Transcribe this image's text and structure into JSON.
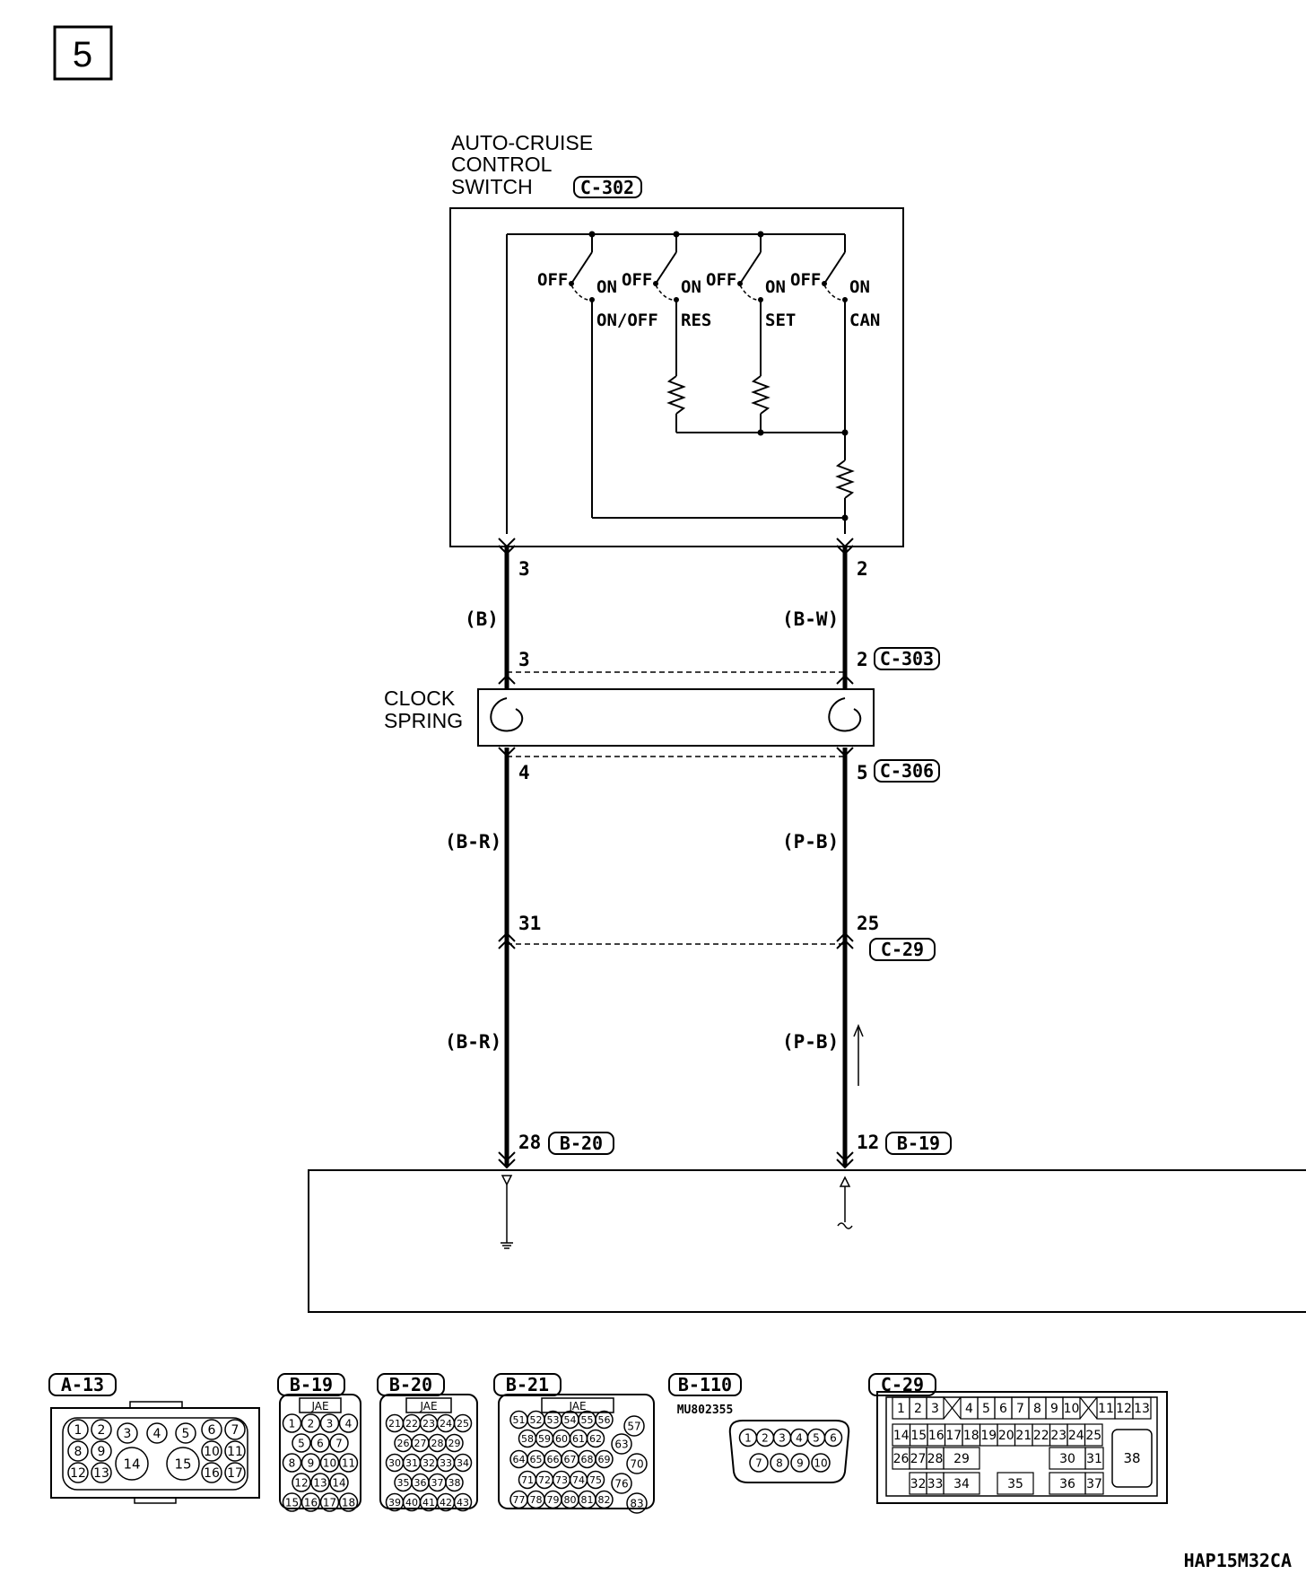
{
  "page": {
    "number": "5",
    "code": "HAP15M32CA"
  },
  "switch": {
    "title": [
      "AUTO-CRUISE",
      "CONTROL",
      "SWITCH"
    ],
    "connector": "C-302",
    "contacts": [
      {
        "off": "OFF",
        "on": "ON",
        "label": "ON/OFF"
      },
      {
        "off": "OFF",
        "on": "ON",
        "label": "RES"
      },
      {
        "off": "OFF",
        "on": "ON",
        "label": "SET"
      },
      {
        "off": "OFF",
        "on": "ON",
        "label": "CAN"
      }
    ]
  },
  "left_wire": {
    "pin_switch": "3",
    "color_top": "(B)",
    "pin_c303": "3",
    "pin_c306": "4",
    "color_mid": "(B-R)",
    "pin_c29": "31",
    "color_bottom": "(B-R)",
    "pin_ecu": "28",
    "ecu_connector": "B-20"
  },
  "right_wire": {
    "pin_switch": "2",
    "color_top": "(B-W)",
    "pin_c303": "2",
    "pin_c306": "5",
    "color_mid": "(P-B)",
    "pin_c29": "25",
    "color_bottom": "(P-B)",
    "pin_ecu": "12",
    "ecu_connector": "B-19"
  },
  "connectors": {
    "c303": "C-303",
    "c306": "C-306",
    "c29": "C-29"
  },
  "clock_spring": [
    "CLOCK",
    "SPRING"
  ],
  "bottom_connectors": {
    "a13": {
      "name": "A-13",
      "pins": [
        "1",
        "2",
        "3",
        "4",
        "5",
        "6",
        "7",
        "8",
        "9",
        "10",
        "11",
        "12",
        "13",
        "14",
        "15",
        "16",
        "17"
      ]
    },
    "b19": {
      "name": "B-19",
      "brand": "JAE",
      "pins": [
        "1",
        "2",
        "3",
        "4",
        "5",
        "6",
        "7",
        "8",
        "9",
        "10",
        "11",
        "12",
        "13",
        "14",
        "15",
        "16",
        "17",
        "18"
      ]
    },
    "b20": {
      "name": "B-20",
      "brand": "JAE",
      "pins": [
        "21",
        "22",
        "23",
        "24",
        "25",
        "26",
        "27",
        "28",
        "29",
        "30",
        "31",
        "32",
        "33",
        "34",
        "35",
        "36",
        "37",
        "38",
        "39",
        "40",
        "41",
        "42",
        "43"
      ]
    },
    "b21": {
      "name": "B-21",
      "brand": "JAE",
      "pins": [
        "51",
        "52",
        "53",
        "54",
        "55",
        "56",
        "57",
        "58",
        "59",
        "60",
        "61",
        "62",
        "63",
        "64",
        "65",
        "66",
        "67",
        "68",
        "69",
        "70",
        "71",
        "72",
        "73",
        "74",
        "75",
        "76",
        "77",
        "78",
        "79",
        "80",
        "81",
        "82",
        "83"
      ]
    },
    "b110": {
      "name": "B-110",
      "part": "MU802355",
      "pins": [
        "1",
        "2",
        "3",
        "4",
        "5",
        "6",
        "7",
        "8",
        "9",
        "10"
      ]
    },
    "c29": {
      "name": "C-29",
      "pins": [
        "1",
        "2",
        "3",
        "4",
        "5",
        "6",
        "7",
        "8",
        "9",
        "10",
        "11",
        "12",
        "13",
        "14",
        "15",
        "16",
        "17",
        "18",
        "19",
        "20",
        "21",
        "22",
        "23",
        "24",
        "25",
        "26",
        "27",
        "28",
        "29",
        "30",
        "31",
        "32",
        "33",
        "34",
        "35",
        "36",
        "37",
        "38"
      ]
    }
  }
}
